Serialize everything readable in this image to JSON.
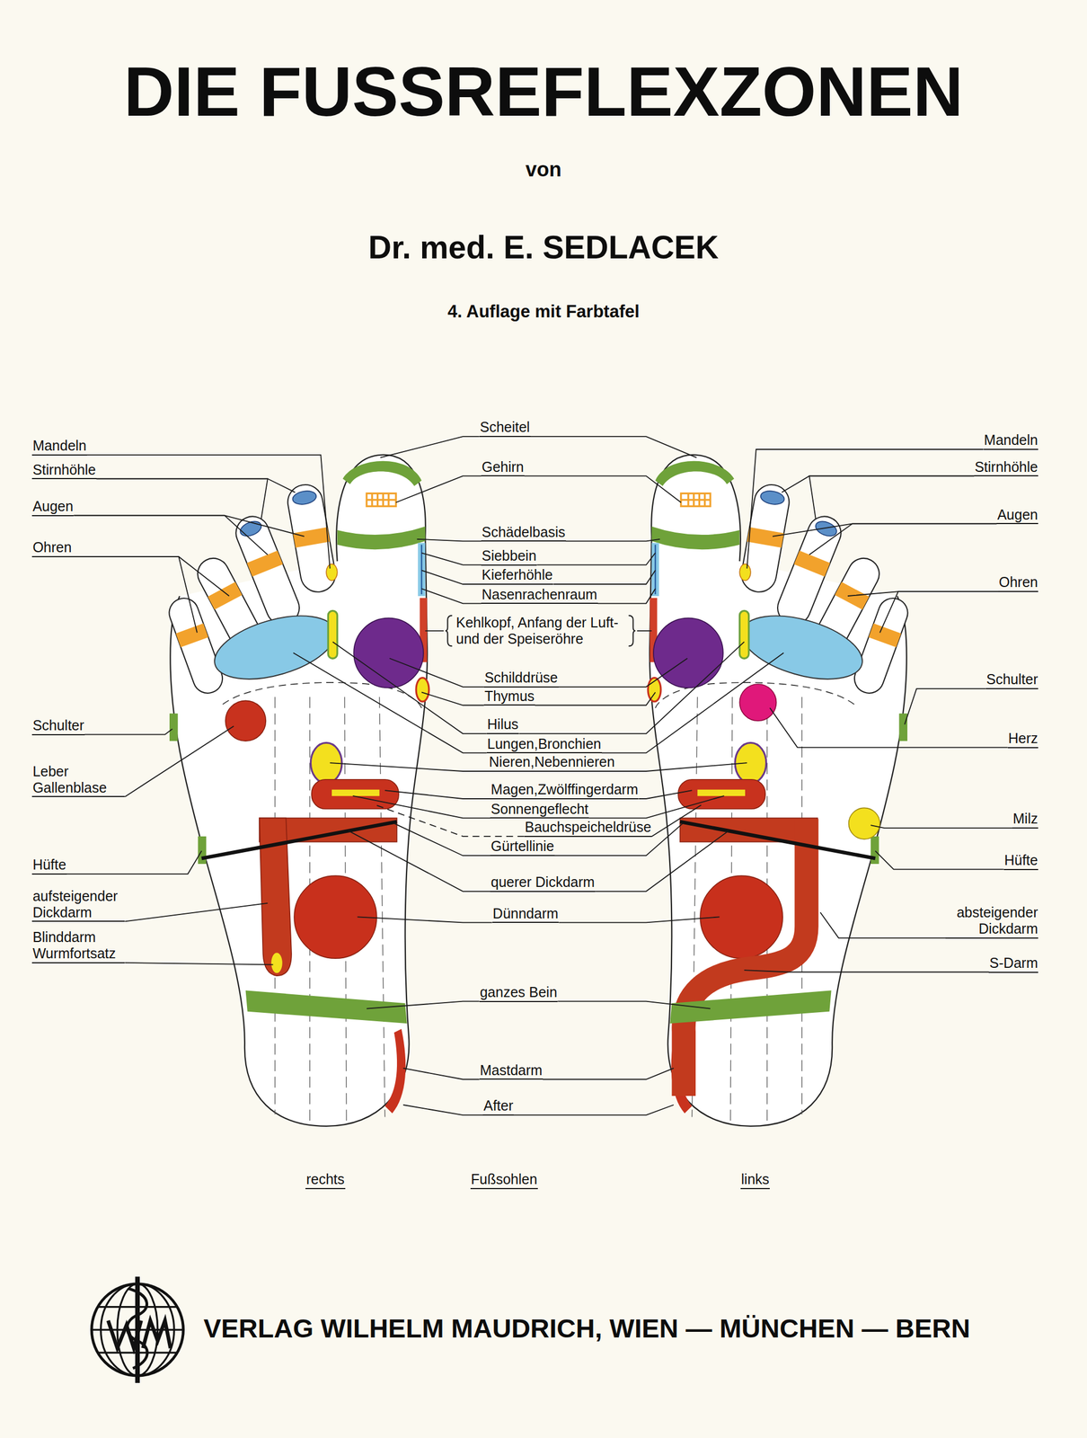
{
  "diagram": {
    "title": "DIE FUSSREFLEXZONEN",
    "labels": [
      "von",
      "Dr. med. E. SEDLACEK",
      "4. Auflage mit Farbtafel",
      "Mandeln",
      "Stirnhöhle",
      "Augen",
      "Ohren",
      "Schulter",
      "Leber Gallenblase",
      "Hüfte",
      "aufsteigender Dickdarm",
      "Blinddarm Wurmfortsatz",
      "Scheitel",
      "Gehirn",
      "Schädelbasis",
      "Siebbein",
      "Kieferhöhle",
      "Nasenrachenraum",
      "Kehlkopf, Anfang der Luft- und der Speiseröhre",
      "Schilddrüse",
      "Thymus",
      "Hilus",
      "Lungen,Bronchien",
      "Nieren,Nebennieren",
      "Magen,Zwölffingerdarm",
      "Sonnengeflecht",
      "Bauchspeicheldrüse",
      "Gürtellinie",
      "querer Dickdarm",
      "Dünndarm",
      "ganzes Bein",
      "Mastdarm",
      "After",
      "Mandeln",
      "Stirnhöhle",
      "Augen",
      "Ohren",
      "Schulter",
      "Herz",
      "Milz",
      "Hüfte",
      "absteigender Dickdarm",
      "S-Darm",
      "rechts",
      "Fußsohlen",
      "links",
      "VERLAG WILHELM MAUDRICH, WIEN — MÜNCHEN — BERN"
    ]
  }
}
